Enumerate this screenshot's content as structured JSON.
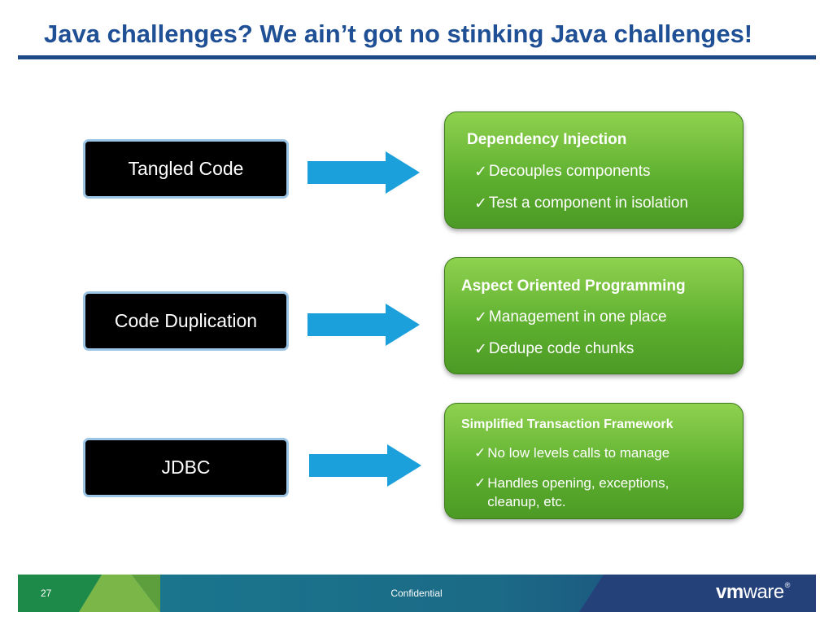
{
  "slide": {
    "title": "Java challenges?  We ain’t got no stinking Java challenges!",
    "rows": [
      {
        "problem": "Tangled Code",
        "solution_title": "Dependency Injection",
        "benefits": [
          "Decouples components",
          "Test a component in isolation"
        ]
      },
      {
        "problem": "Code Duplication",
        "solution_title": "Aspect Oriented Programming",
        "benefits": [
          "Management in one place",
          "Dedupe code chunks"
        ]
      },
      {
        "problem": "JDBC",
        "solution_title": "Simplified Transaction Framework",
        "benefits": [
          "No low levels calls to manage",
          "Handles opening, exceptions, cleanup, etc."
        ]
      }
    ],
    "check_glyph": "✓"
  },
  "footer": {
    "page_number": "27",
    "label": "Confidential",
    "logo_vm": "vm",
    "logo_ware": "ware",
    "logo_reg": "®"
  },
  "colors": {
    "title": "#1f4f94",
    "arrow": "#1ba0dc",
    "green_box": "#5cae2e",
    "footer_teal": "#1b6e8a",
    "footer_green": "#7ab648"
  }
}
